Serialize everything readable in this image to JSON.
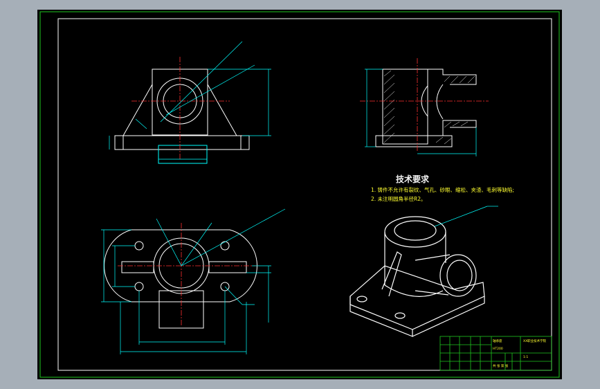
{
  "colors": {
    "background": "#a6afb8",
    "sheet": "#000000",
    "border": "#1fc81f",
    "outline": "#ffffff",
    "centerline": "#ff3030",
    "dimension": "#00ffff",
    "title_block": "#1fc81f",
    "hatch": "#ffffff"
  },
  "technical_requirements": {
    "title": "技术要求",
    "items": [
      "1. 铸件不允许有裂纹、气孔、砂眼、缩松、夹渣、毛刺等缺陷;",
      "2. 未注明圆角半径R2。"
    ]
  },
  "title_block": {
    "drawing_name": "轴承座",
    "school": "XX职业技术学院",
    "material": "HT200",
    "scale": "1:1",
    "sheet_label": "共 张 第 张"
  }
}
